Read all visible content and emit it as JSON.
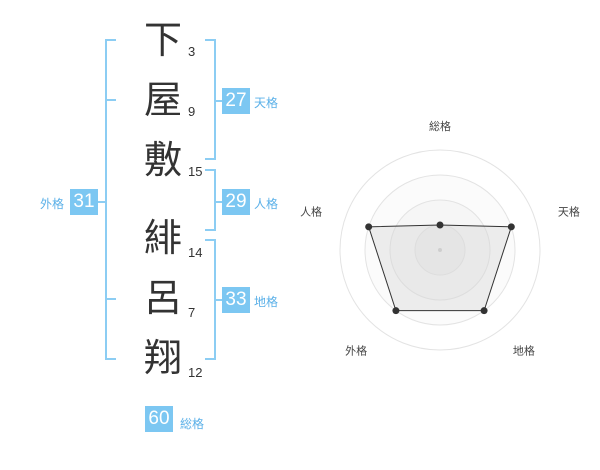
{
  "name": {
    "characters": [
      {
        "char": "下",
        "strokes": "3"
      },
      {
        "char": "屋",
        "strokes": "9"
      },
      {
        "char": "敷",
        "strokes": "15"
      },
      {
        "char": "緋",
        "strokes": "14"
      },
      {
        "char": "呂",
        "strokes": "7"
      },
      {
        "char": "翔",
        "strokes": "12"
      }
    ]
  },
  "grades": {
    "tenkaku": {
      "value": "27",
      "label": "天格"
    },
    "jinkaku": {
      "value": "29",
      "label": "人格"
    },
    "chikaku": {
      "value": "33",
      "label": "地格"
    },
    "gaikaku": {
      "value": "31",
      "label": "外格"
    },
    "soukaku": {
      "value": "60",
      "label": "総格"
    }
  },
  "colors": {
    "accent": "#7cc7f2",
    "accent_text": "#5ab0e8",
    "bracket": "#8ccdf3"
  },
  "chart_data": {
    "type": "radar",
    "axes": [
      "総格",
      "天格",
      "地格",
      "外格",
      "人格"
    ],
    "values": [
      1,
      3,
      3,
      3,
      3
    ],
    "max": 4,
    "rings": 4
  }
}
